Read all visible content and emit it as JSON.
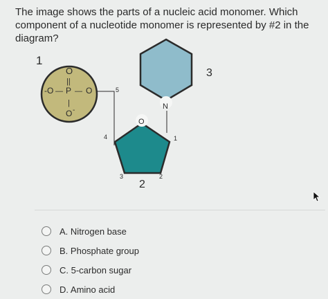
{
  "question": {
    "text": "The image shows the parts of a nucleic acid monomer. Which component of a nucleotide monomer is represented by #2 in the diagram?"
  },
  "diagram": {
    "phosphate": {
      "number": "1",
      "top_o": "O",
      "double_bond": "||",
      "left_o": "-O",
      "dash_left": "—",
      "p": "P",
      "dash_right": "—",
      "right_o": "O",
      "single_bond": "|",
      "bottom_o": "O",
      "bottom_charge": "-"
    },
    "sugar": {
      "number": "2",
      "ring_o": "O",
      "carbon_1": "1",
      "carbon_2": "2",
      "carbon_3": "3",
      "carbon_4": "4",
      "carbon_5": "5"
    },
    "base": {
      "number": "3",
      "n": "N"
    },
    "colors": {
      "phosphate_fill": "#c2b97c",
      "sugar_fill": "#1d8a8c",
      "base_fill": "#8fbccb"
    }
  },
  "options": [
    {
      "letter": "A.",
      "label": "Nitrogen base"
    },
    {
      "letter": "B.",
      "label": "Phosphate group"
    },
    {
      "letter": "C.",
      "label": "5-carbon sugar"
    },
    {
      "letter": "D.",
      "label": "Amino acid"
    }
  ]
}
